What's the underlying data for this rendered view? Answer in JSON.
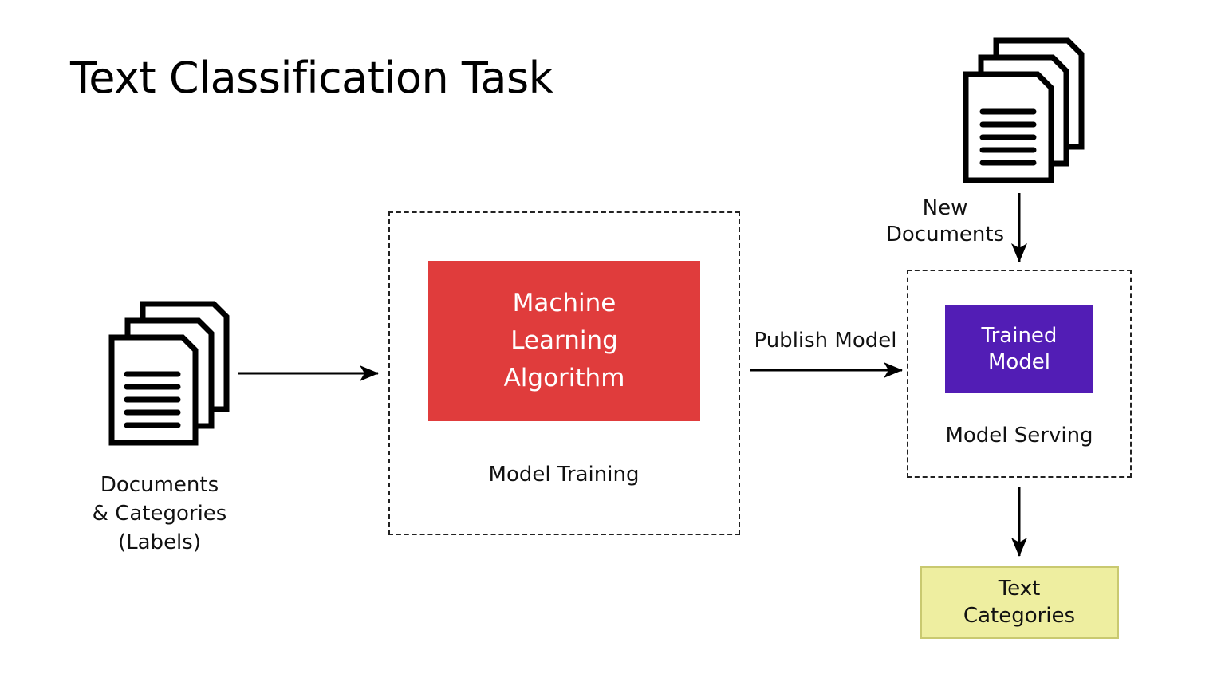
{
  "title": "Text Classification Task",
  "input": {
    "label_lines": [
      "Documents",
      "& Categories",
      "(Labels)"
    ],
    "icon": "document-stack-icon"
  },
  "training": {
    "box_lines": [
      "Machine",
      "Learning",
      "Algorithm"
    ],
    "caption": "Model Training",
    "box_color": "#e03c3c"
  },
  "publish": {
    "label": "Publish Model"
  },
  "new_docs": {
    "label_lines": [
      "New",
      "Documents"
    ],
    "icon": "document-stack-icon"
  },
  "serving": {
    "box_lines": [
      "Trained",
      "Model"
    ],
    "caption": "Model Serving",
    "box_color": "#521db5"
  },
  "output": {
    "box_lines": [
      "Text",
      "Categories"
    ],
    "box_color": "#eeeea0"
  }
}
